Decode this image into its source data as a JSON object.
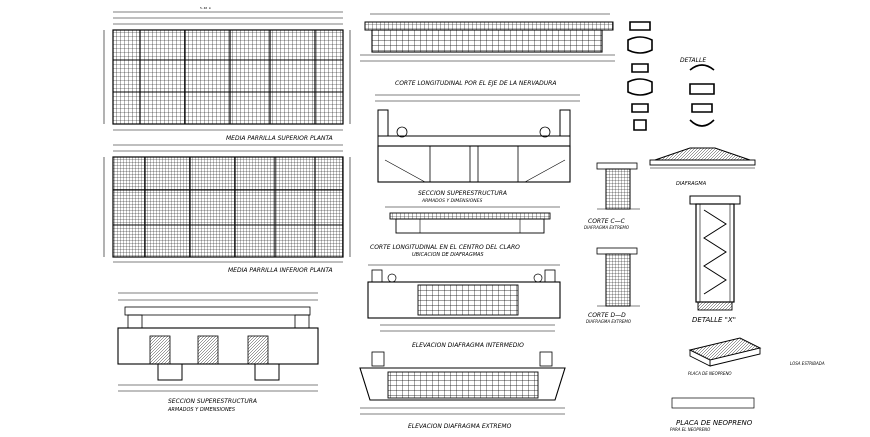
{
  "labels": {
    "slab_top": "MEDIA PARRILLA SUPERIOR PLANTA",
    "slab_bottom": "MEDIA PARRILLA INFERIOR PLANTA",
    "superstructure_left_1": "SECCION SUPERESTRUCTURA",
    "superstructure_left_2": "ARMADOS Y DIMENSIONES",
    "longitudinal_rib": "CORTE LONGITUDINAL POR EL EJE DE LA NERVADURA",
    "superstructure_center_1": "SECCION SUPERESTRUCTURA",
    "superstructure_center_2": "ARMADOS Y DIMENSIONES",
    "longitudinal_center_1": "CORTE LONGITUDINAL EN EL CENTRO DEL CLARO",
    "longitudinal_center_2": "UBICACION DE DIAFRAGMAS",
    "intermediate_diaphragm": "ELEVACION DIAFRAGMA INTERMEDIO",
    "end_diaphragm": "ELEVACION DIAFRAGMA EXTREMO",
    "section_cc": "CORTE C—C",
    "section_cc_sub": "DIAFRAGMA EXTREMO",
    "section_dd": "CORTE D—D",
    "section_dd_sub": "DIAFRAGMA EXTREMO",
    "detalle_top": "DETALLE",
    "diaphragm_right": "DIAFRAGMA",
    "detalle_x": "DETALLE \"X\"",
    "neoprene_small": "PLACA DE NEOPRENO",
    "neoprene_pad": "PLACA DE NEOPRENO",
    "neoprene_pad_sub": "PARA EL NEOPRENO",
    "legend": "LOSA ESTRIBADA"
  }
}
